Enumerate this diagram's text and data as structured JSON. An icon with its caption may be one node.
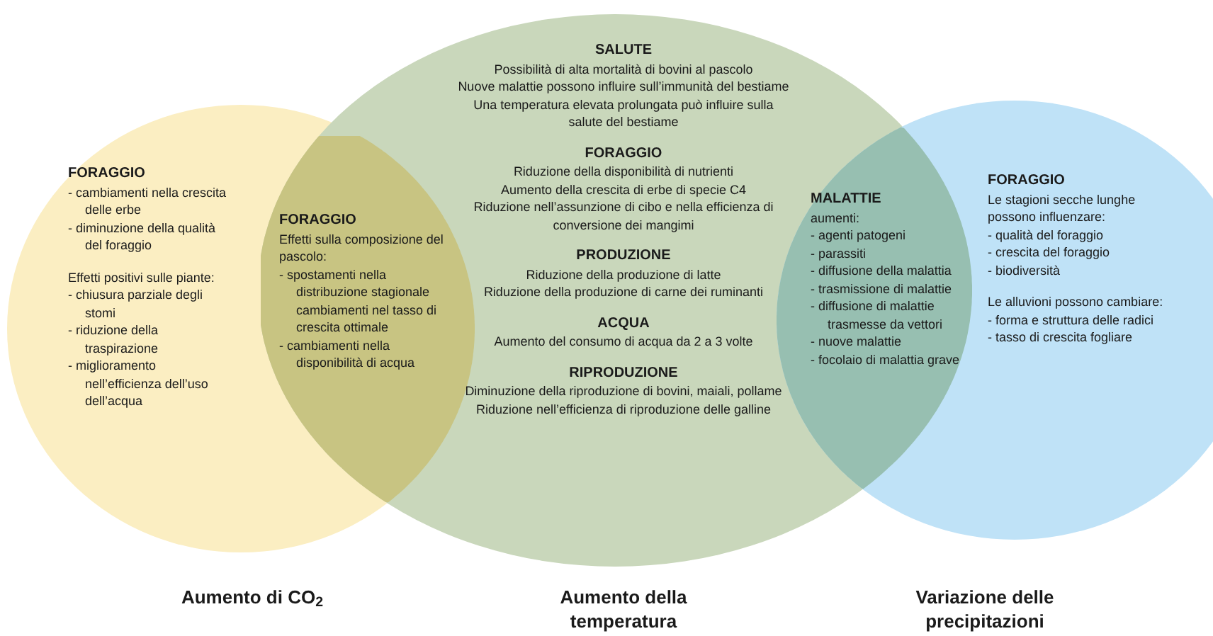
{
  "diagram": {
    "nodes": [
      {
        "text": [
          "FORAGGIO",
          "- cambiamenti nella crescita delle erbe",
          "- diminuzione della qualità del foraggio",
          "Effetti positivi sulle piante:",
          "- chiusura parziale degli stomi",
          "- riduzione della traspirazione",
          "- miglioramento nell’efficienza dell’uso dell’acqua"
        ]
      },
      {
        "text": [
          "SALUTE",
          "Possibilità di alta mortalità di bovini al pascolo",
          "Nuove malattie possono influire sull’immunità del bestiame",
          "Una temperatura elevata prolungata può influire sulla salute del bestiame",
          "FORAGGIO",
          "Riduzione della disponibilità di nutrienti",
          "Aumento della crescita di erbe di specie C4",
          "Riduzione nell’assunzione di cibo e nella efficienza di conversione dei mangimi",
          "PRODUZIONE",
          "Riduzione della produzione di latte",
          "Riduzione della produzione di carne dei ruminanti",
          "ACQUA",
          "Aumento del consumo di acqua da 2 a 3 volte",
          "RIPRODUZIONE",
          "Diminuzione della riproduzione di bovini, maiali, pollame",
          "Riduzione nell’efficienza di riproduzione delle galline"
        ]
      },
      {
        "text": [
          "FORAGGIO",
          "Le stagioni secche lunghe possono influenzare:",
          "- qualità del foraggio",
          "- crescita del foraggio",
          "- biodiversità",
          "Le alluvioni possono cambiare:",
          "- forma e struttura delle radici",
          "- tasso di crescita fogliare"
        ]
      },
      {
        "text": [
          "FORAGGIO",
          "Effetti sulla composizione del pascolo:",
          "- spostamenti nella distribuzione stagionale cambiamenti nel tasso di crescita ottimale",
          "- cambiamenti nella disponibilità di acqua"
        ]
      },
      {
        "text": [
          "MALATTIE",
          "aumenti:",
          "- agenti patogeni",
          "- parassiti",
          "- diffusione della malattia",
          "- trasmissione di malattie",
          "- diffusione di malattie trasmesse da vettori",
          "- nuove malattie",
          "- focolaio di malattia grave"
        ]
      }
    ],
    "labels": [
      "Aumento di CO$_{2}$",
      "Aumento della temperatura",
      "Variazione delle precipitazioni"
    ]
  }
}
